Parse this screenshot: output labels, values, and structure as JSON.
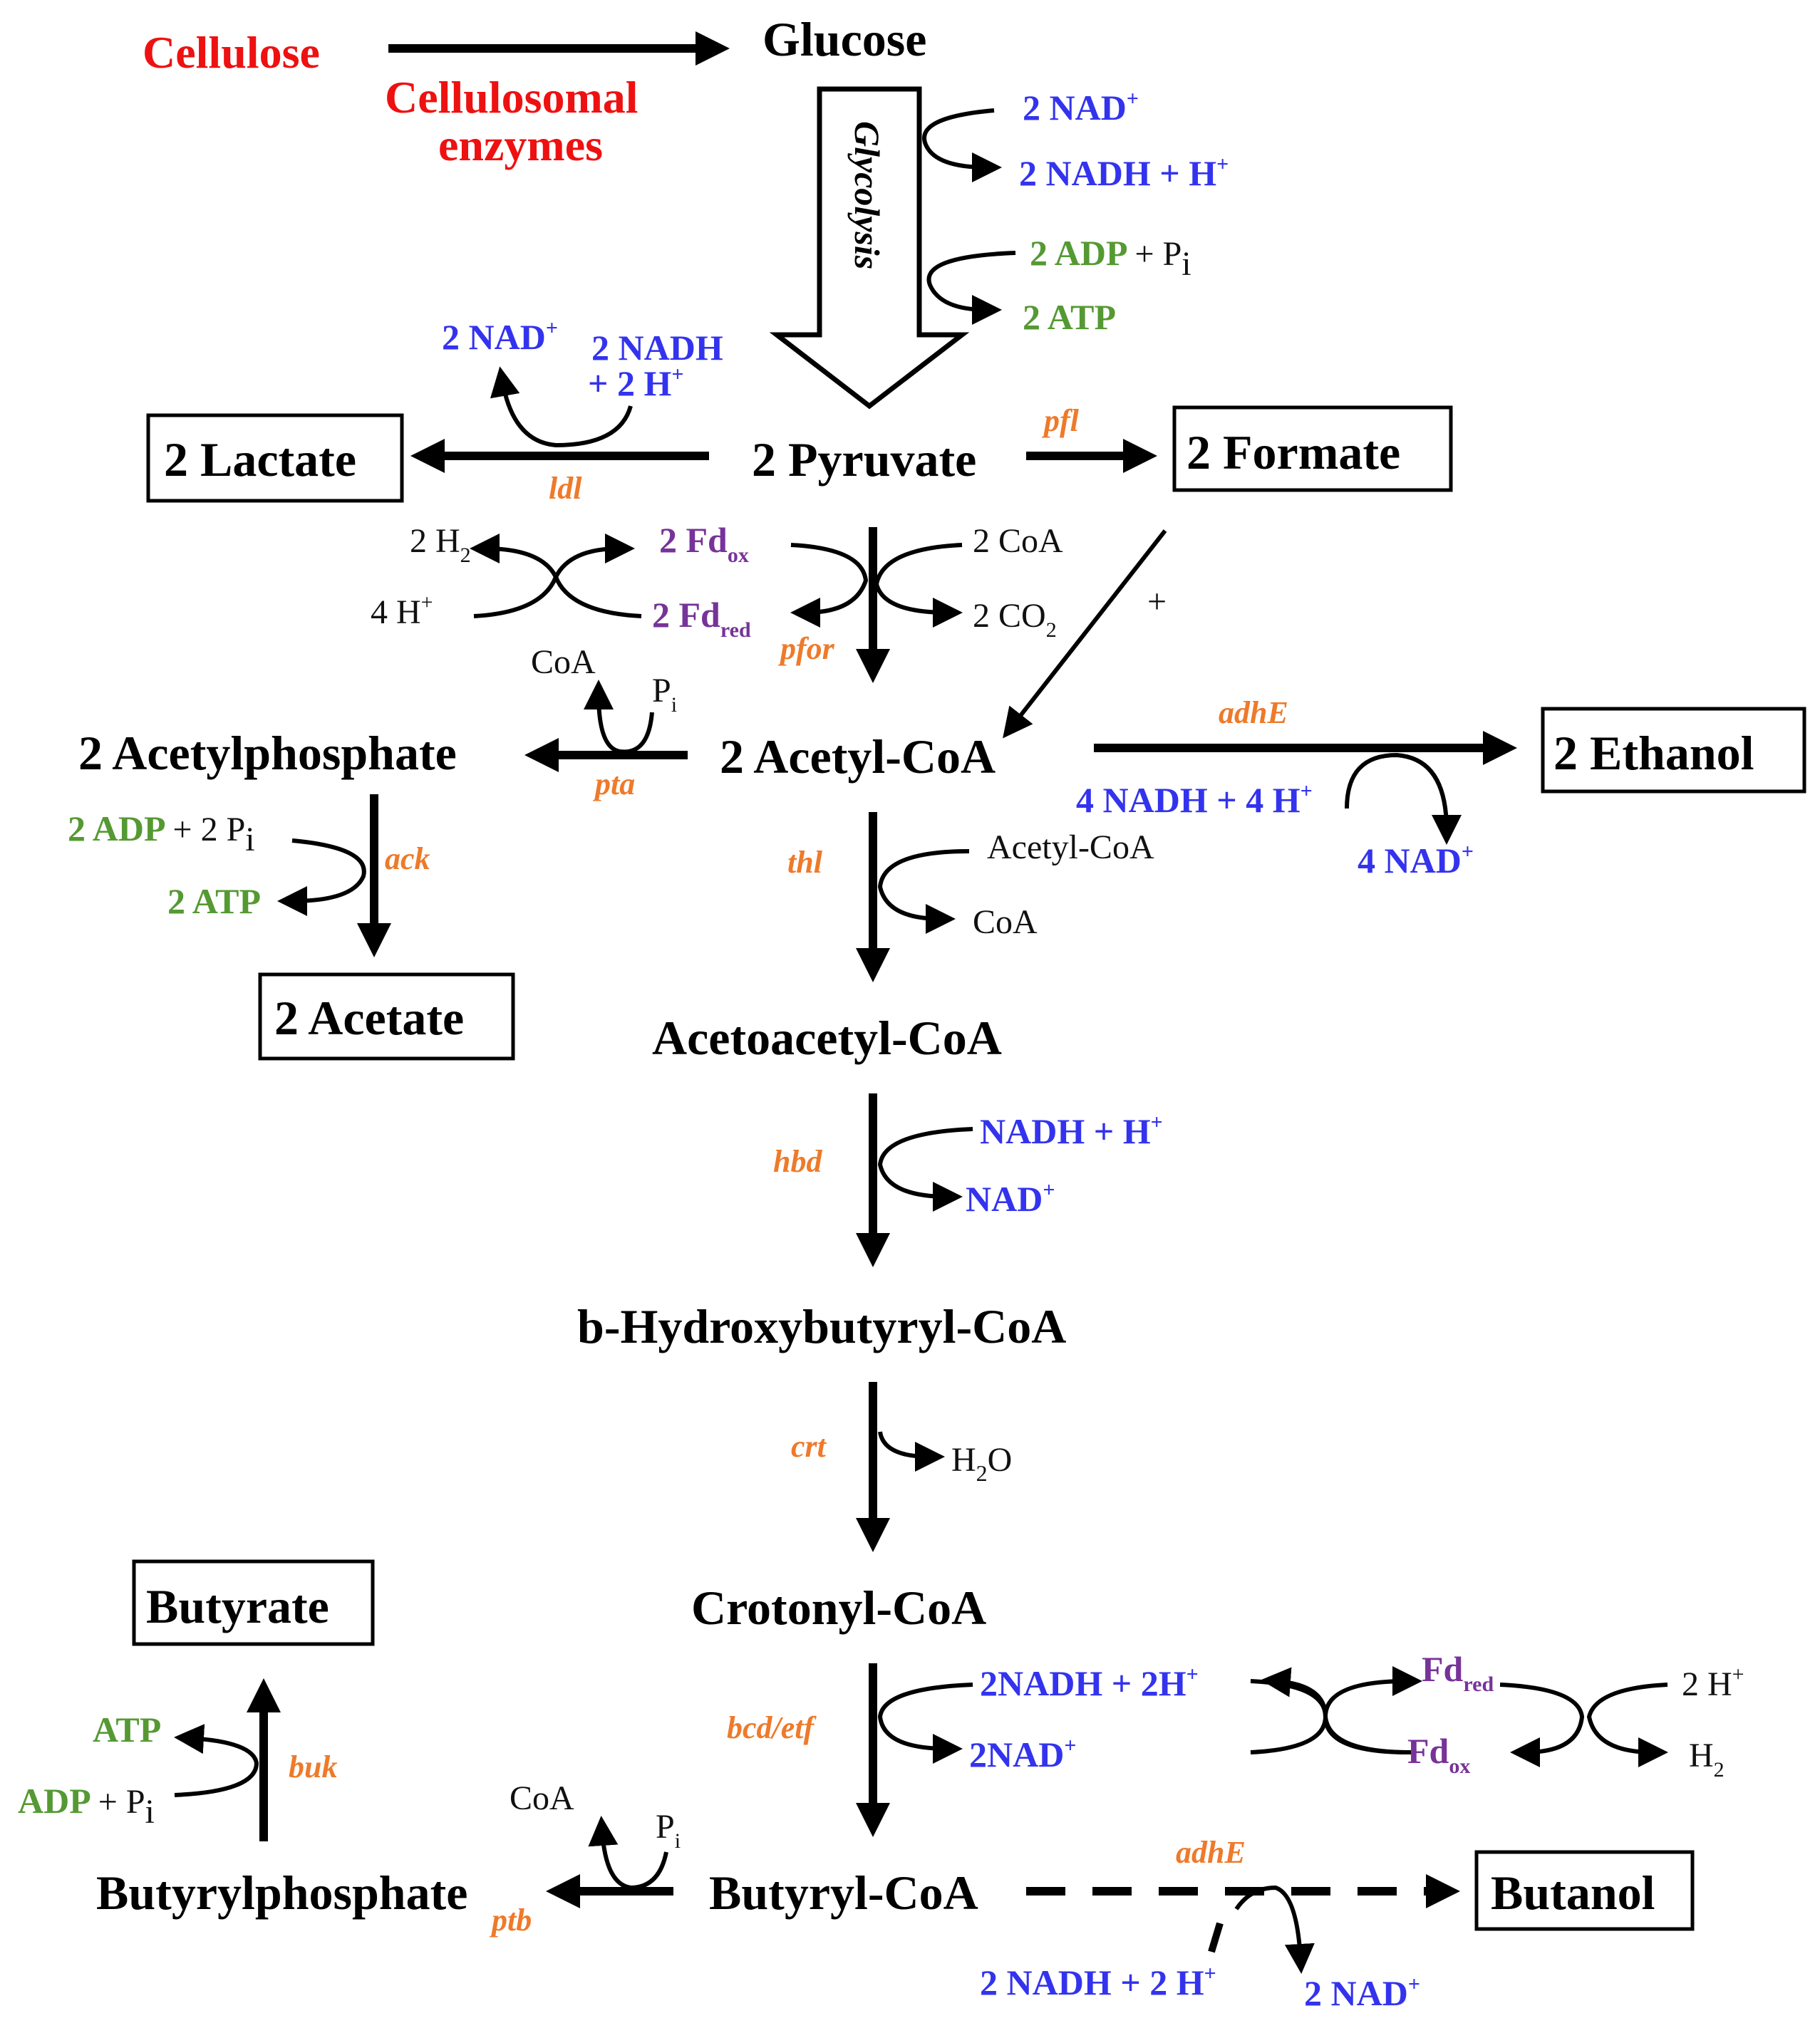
{
  "colors": {
    "substrate_red": "#ee1111",
    "enzyme_orange": "#ee7a2a",
    "cofactor_blue": "#3333ee",
    "atp_green": "#559933",
    "ferredoxin_purple": "#773399"
  },
  "substrates": {
    "cellulose": "Cellulose",
    "cellulosomal": "Cellulosomal",
    "enzymes": "enzymes",
    "glucose": "Glucose",
    "glycolysis": "Glycolysis"
  },
  "intermediates": {
    "pyruvate": "2 Pyruvate",
    "acetyl_coa": "2 Acetyl-CoA",
    "acetylphosphate": "2 Acetylphosphate",
    "acetoacetyl_coa": "Acetoacetyl-CoA",
    "hydroxybutyryl_coa": "b-Hydroxybutyryl-CoA",
    "crotonyl_coa": "Crotonyl-CoA",
    "butyryl_coa": "Butyryl-CoA",
    "butyrylphosphate": "Butyrylphosphate"
  },
  "products": {
    "lactate": "2 Lactate",
    "formate": "2 Formate",
    "ethanol": "2 Ethanol",
    "acetate": "2 Acetate",
    "butyrate": "Butyrate",
    "butanol": "Butanol"
  },
  "enzymes": {
    "pfl": "pfl",
    "ldl": "ldl",
    "pfor": "pfor",
    "pta": "pta",
    "adhE": "adhE",
    "ack": "ack",
    "thl": "thl",
    "hbd": "hbd",
    "crt": "crt",
    "bcd_etf": "bcd/etf",
    "buk": "buk",
    "ptb": "ptb",
    "adhE_butanol": "adhE"
  },
  "cofactors": {
    "glyc_nad": "2 NAD",
    "glyc_nadh": "2 NADH + H",
    "glyc_adp": "2 ADP",
    "glyc_pi": "+ P",
    "glyc_atp": "2 ATP",
    "lac_nad": "2 NAD",
    "lac_nadh_1": "2 NADH",
    "lac_nadh_2": "+ 2 H",
    "h2": "2 H",
    "h_plus_4": "4 H",
    "fd_ox": "2 Fd",
    "fd_red": "2 Fd",
    "coa_in": "2 CoA",
    "co2": "2 CO",
    "plus": "+",
    "pta_coa": "CoA",
    "pta_pi": "P",
    "eth_nadh": "4 NADH + 4 H",
    "eth_nad": "4 NAD",
    "ack_adp": "2 ADP",
    "ack_pi": "+ 2 P",
    "ack_atp": "2 ATP",
    "thl_acetyl": "Acetyl-CoA",
    "thl_coa": "CoA",
    "hbd_nadh": "NADH + H",
    "hbd_nad": "NAD",
    "crt_h2o": "H",
    "crt_h2o_o": "O",
    "bcd_nadh": "2NADH + 2H",
    "bcd_nad": "2NAD",
    "bcd_fdred": "Fd",
    "bcd_fdox": "Fd",
    "bcd_hplus": "2 H",
    "bcd_h2": "H",
    "buk_atp": "ATP",
    "buk_adp": "ADP",
    "buk_pi": "+ P",
    "ptb_coa": "CoA",
    "ptb_pi": "P",
    "but_nadh": "2 NADH + 2 H",
    "but_nad": "2 NAD"
  },
  "marks": {
    "plus": "+",
    "sub_i": "i",
    "sub_2": "2",
    "sub_ox": "ox",
    "sub_red": "red"
  }
}
